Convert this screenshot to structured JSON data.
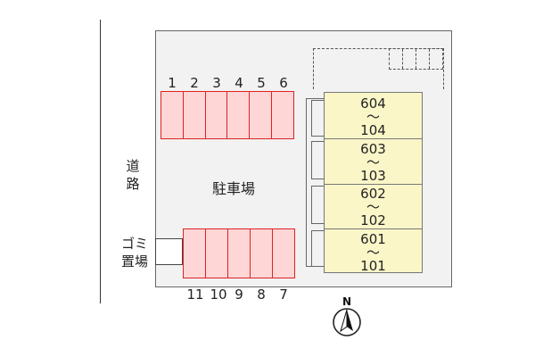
{
  "map": {
    "road_label_line1": "道",
    "road_label_line2": "路",
    "parking_label": "駐車場",
    "garbage_label_line1": "ゴミ",
    "garbage_label_line2": "置場",
    "north_label": "N"
  },
  "parking_top": {
    "numbers": [
      "1",
      "2",
      "3",
      "4",
      "5",
      "6"
    ]
  },
  "parking_bottom": {
    "numbers": [
      "11",
      "10",
      "9",
      "8",
      "7"
    ]
  },
  "building": {
    "units": [
      {
        "upper": "604",
        "tilde": "〜",
        "lower": "104"
      },
      {
        "upper": "603",
        "tilde": "〜",
        "lower": "103"
      },
      {
        "upper": "602",
        "tilde": "〜",
        "lower": "102"
      },
      {
        "upper": "601",
        "tilde": "〜",
        "lower": "101"
      }
    ]
  },
  "colors": {
    "parking_fill": "#ffd6d6",
    "parking_border": "#dd2222",
    "building_fill": "#fbf6c8",
    "lot_fill": "#f2f2f2"
  }
}
